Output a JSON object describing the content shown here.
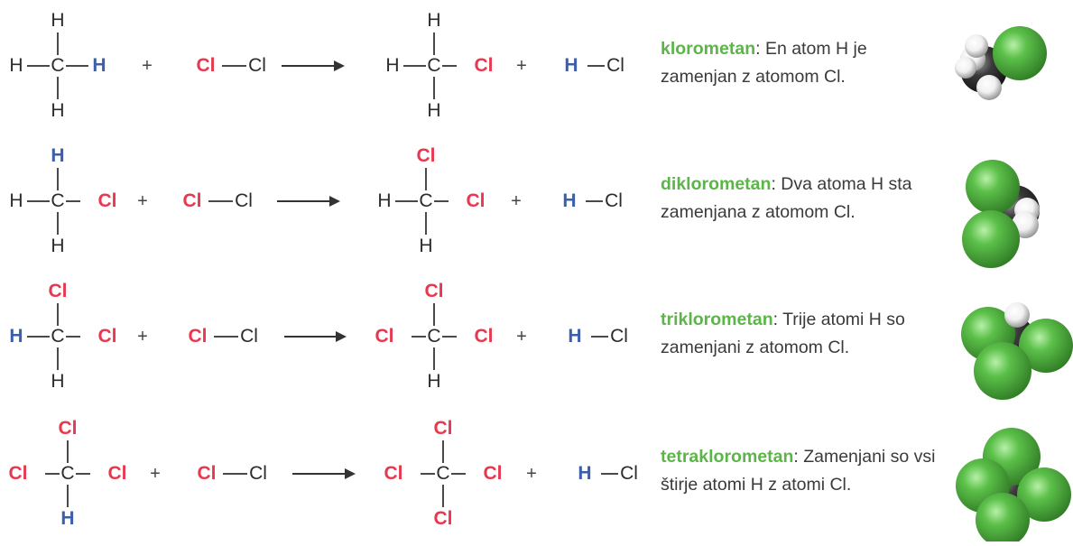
{
  "rows": [
    {
      "name": "klorometan",
      "text": ": En atom H je zamenjan z atomom Cl.",
      "reactant": {
        "top": "H",
        "left": "H",
        "right": "H",
        "bottom": "H"
      },
      "product": {
        "top": "H",
        "left": "H",
        "right": "Cl",
        "bottom": "H"
      }
    },
    {
      "name": "diklorometan",
      "text": ": Dva atoma H sta zamenjana z atomom Cl.",
      "reactant": {
        "top": "H",
        "left": "H",
        "right": "Cl",
        "bottom": "H"
      },
      "product": {
        "top": "Cl",
        "left": "H",
        "right": "Cl",
        "bottom": "H"
      }
    },
    {
      "name": "triklorometan",
      "text": ": Trije atomi H so zamenjani z atomom Cl.",
      "reactant": {
        "top": "Cl",
        "left": "H",
        "right": "Cl",
        "bottom": "H"
      },
      "product": {
        "top": "Cl",
        "left": "Cl",
        "right": "Cl",
        "bottom": "H"
      }
    },
    {
      "name": "tetraklorometan",
      "text": ": Zamenjani so vsi štirje atomi H z atomi Cl.",
      "reactant": {
        "top": "Cl",
        "left": "Cl",
        "right": "Cl",
        "bottom": "H"
      },
      "product": {
        "top": "Cl",
        "left": "Cl",
        "right": "Cl",
        "bottom": "Cl"
      }
    }
  ],
  "symbols": {
    "C": "C",
    "H": "H",
    "Cl": "Cl",
    "plus": "+"
  },
  "colors": {
    "chlorine": "#e8384f",
    "replaced_hydrogen": "#3c5fa8",
    "name_green": "#5cb548",
    "model_chlorine": "#5cc04a",
    "model_carbon": "#3a3a3a",
    "model_hydrogen": "#f0f0f0"
  }
}
